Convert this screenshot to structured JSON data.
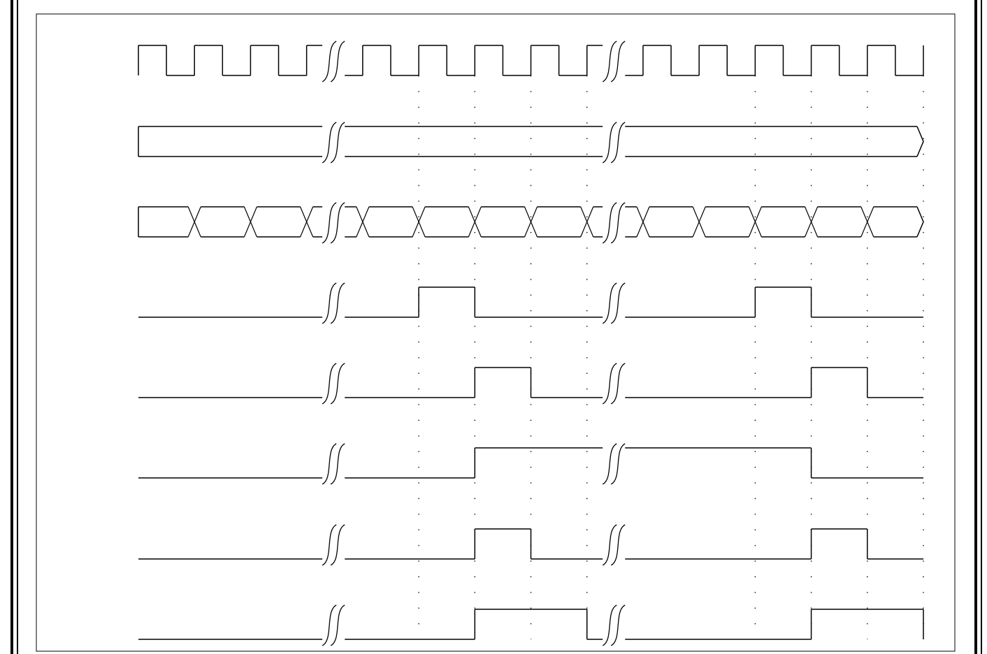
{
  "diagram": {
    "type": "timing-diagram",
    "signal_count": 8,
    "break_markers_after_cycle": [
      3,
      8
    ],
    "time_slots": 14,
    "signals": [
      {
        "kind": "clock",
        "cycles": 14
      },
      {
        "kind": "bus",
        "transitions": []
      },
      {
        "kind": "bus",
        "transitions": [
          1,
          2,
          3,
          4,
          5,
          6,
          7,
          8,
          9,
          10,
          11,
          12,
          13
        ]
      },
      {
        "kind": "digital",
        "high_slots": [
          [
            5,
            6
          ],
          [
            11,
            12
          ]
        ]
      },
      {
        "kind": "digital",
        "high_slots": [
          [
            6,
            7
          ],
          [
            12,
            13
          ]
        ]
      },
      {
        "kind": "digital",
        "high_slots": [
          [
            6,
            12
          ]
        ]
      },
      {
        "kind": "digital",
        "high_slots": [
          [
            6,
            7
          ],
          [
            12,
            13
          ]
        ]
      },
      {
        "kind": "digital",
        "high_slots": [
          [
            6,
            8
          ],
          [
            12,
            14
          ]
        ]
      }
    ],
    "dotted_guides_at_slots": [
      5,
      6,
      7,
      8,
      11,
      12,
      13,
      14
    ]
  }
}
